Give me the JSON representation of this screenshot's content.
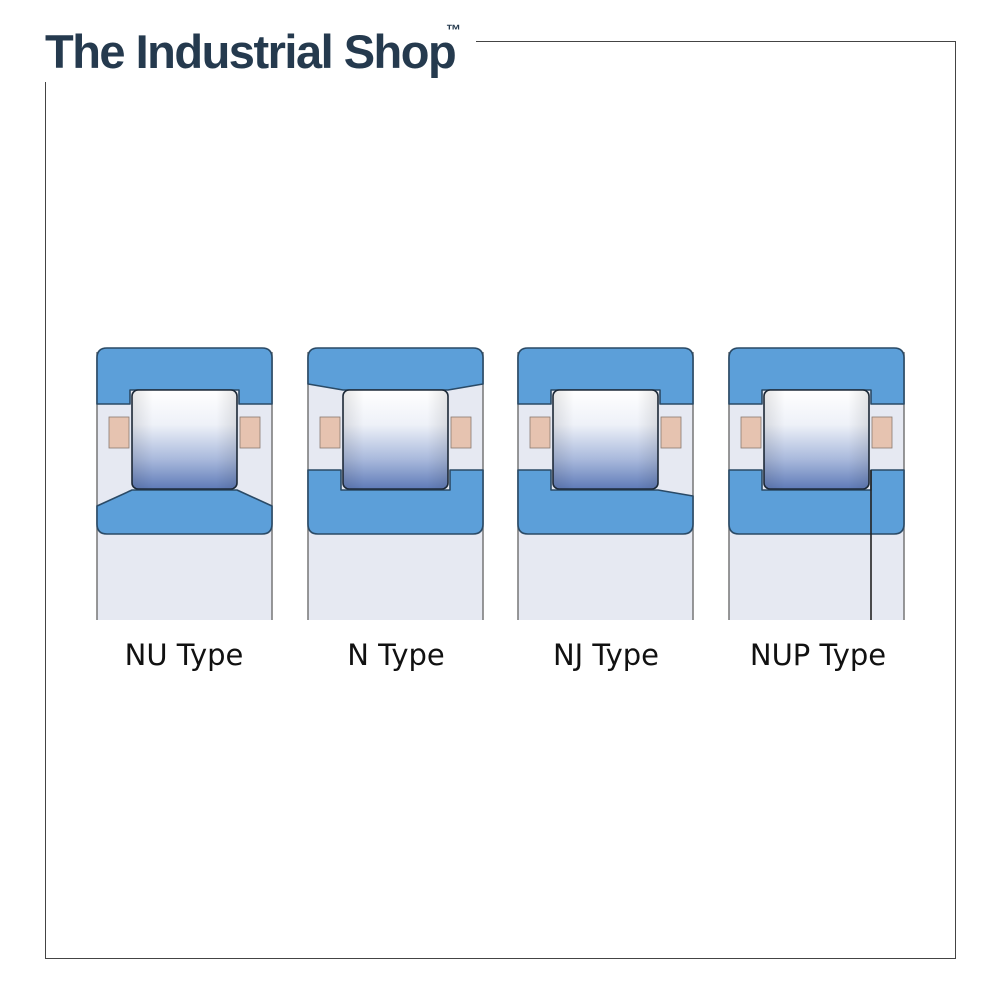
{
  "brand": {
    "name": "The Industrial Shop",
    "trademark": "™"
  },
  "bearings": [
    {
      "id": "nu",
      "label": "NU Type"
    },
    {
      "id": "n",
      "label": "N Type"
    },
    {
      "id": "nj",
      "label": "NJ Type"
    },
    {
      "id": "nup",
      "label": "NUP Type"
    }
  ],
  "colors": {
    "ring": "#5c9fd9",
    "ring_stroke": "#2a4a66",
    "housing_bg": "#e6e9f2",
    "cage": "#e6c3b0",
    "brand": "#253a4e"
  }
}
